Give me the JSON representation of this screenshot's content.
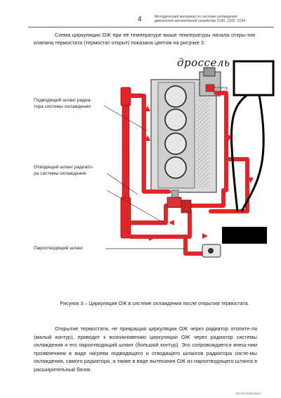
{
  "header": {
    "page_number": "4",
    "note_line1": "Методический материал по системе охлаждения",
    "note_line2": "двигателей автомобилей семейства 2190, 2192, 2194"
  },
  "intro_text": "Схема циркуляции ОЖ при её температуре выше температуры начала откры-тия клапана термостата (термостат открыт) показана цветом на рисунке 3.",
  "diagram": {
    "handwritten_label": "дроссель",
    "label_supply_line1": "Подводящий шланг радиа-",
    "label_supply_line2": "тора системы охлаждения",
    "label_return_line1": "Отводящий шланг радиато-",
    "label_return_line2": "ра системы охлаждения",
    "label_vapor": "Пароотводящий шланг",
    "colors": {
      "coolant": "#e0262b",
      "flow_arrow": "#e0262b",
      "engine_fill": "#dcdcdc"
    }
  },
  "caption": "Рисунок 3 – Циркуляция ОЖ в системе охлаждения после открытия термостата.",
  "body_text": "Открытие термостата, не прекращая циркуляции ОЖ через радиатор отопите-ля (малый контур), приводит к возникновению циркуляции ОЖ через радиатор системы охлаждения и его пароотводящий шланг (большой контур). Это сопровождается внеш-ним проявлением в виде нагрева подводящего и отводящего шлангов радиатора систе-мы охлаждения, самого радиатора, а также в виде вытекания ОЖ из пароотводящего шланга в расширительный бачок.",
  "watermark": "drive2ru/kalambus"
}
